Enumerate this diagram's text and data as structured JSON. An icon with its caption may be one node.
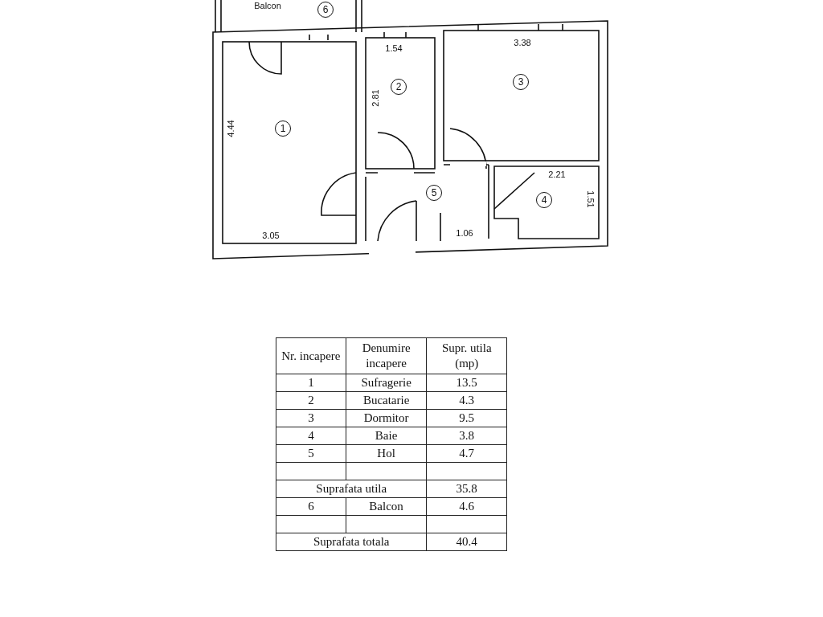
{
  "diagram": {
    "nodes": [
      {
        "text": [
          "6"
        ]
      },
      {
        "text": [
          "3"
        ]
      },
      {
        "text": [
          "2"
        ]
      },
      {
        "text": [
          "1"
        ]
      },
      {
        "text": [
          "5"
        ]
      },
      {
        "text": [
          "4"
        ]
      }
    ],
    "labels": [
      "Balcon",
      "3.38",
      "1.54",
      "2.81",
      "4.44",
      "2.21",
      "1.51",
      "3.05",
      "1.06",
      "Nr. incapere",
      "Denumire incapere",
      "Supr. utila (mp)",
      "1",
      "Sufragerie",
      "13.5",
      "2",
      "Bucatarie",
      "4.3",
      "3",
      "Dormitor",
      "9.5",
      "4",
      "Baie",
      "3.8",
      "5",
      "Hol",
      "4.7",
      "Suprafata utila",
      "35.8",
      "6",
      "Balcon",
      "4.6",
      "Suprafata totala",
      "40.4"
    ]
  }
}
